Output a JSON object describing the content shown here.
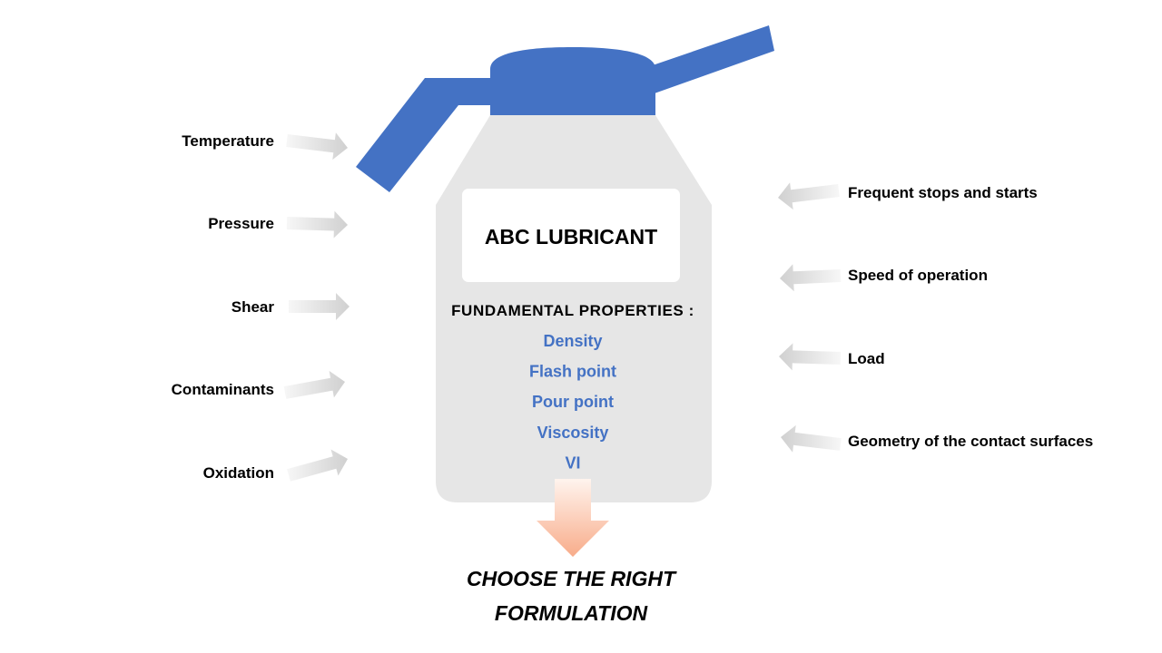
{
  "label": {
    "title": "ABC LUBRICANT",
    "properties_heading": "FUNDAMENTAL PROPERTIES :",
    "properties": [
      "Density",
      "Flash point",
      "Pour point",
      "Viscosity",
      "VI"
    ]
  },
  "left_factors": [
    "Temperature",
    "Pressure",
    "Shear",
    "Contaminants",
    "Oxidation"
  ],
  "right_factors": [
    "Frequent stops and starts",
    "Speed of operation",
    "Load",
    "Geometry of the contact surfaces"
  ],
  "conclusion_lines": [
    "CHOOSE THE RIGHT",
    "FORMULATION"
  ],
  "colors": {
    "cap": "#4472C4",
    "bottle": "#E6E6E6",
    "label_box": "#FFFFFF",
    "property_text": "#4472C4",
    "factor_arrow": "#D9D9D9",
    "output_arrow_top": "#FFF2EC",
    "output_arrow_bottom": "#F8B08F"
  },
  "icons": {
    "factor_arrow": "gray-gradient-arrow-icon",
    "output_arrow": "down-arrow-icon"
  }
}
